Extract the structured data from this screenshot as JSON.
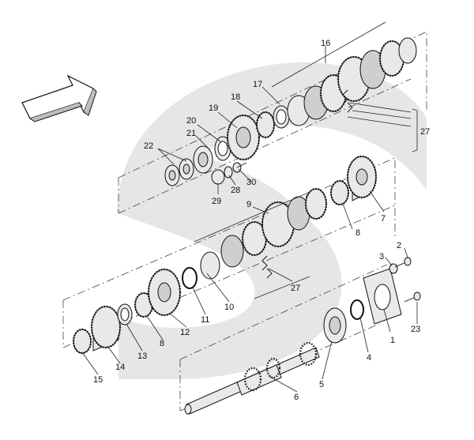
{
  "figure": {
    "background_color": "#ffffff",
    "watermark_color": "#e6e6e6",
    "line_color": "#111111"
  },
  "callouts": [
    {
      "id": "c1",
      "text": "1"
    },
    {
      "id": "c2",
      "text": "2"
    },
    {
      "id": "c3",
      "text": "3"
    },
    {
      "id": "c4",
      "text": "4"
    },
    {
      "id": "c5",
      "text": "5"
    },
    {
      "id": "c6",
      "text": "6"
    },
    {
      "id": "c7",
      "text": "7"
    },
    {
      "id": "c8a",
      "text": "8"
    },
    {
      "id": "c8b",
      "text": "8"
    },
    {
      "id": "c9",
      "text": "9"
    },
    {
      "id": "c10",
      "text": "10"
    },
    {
      "id": "c11",
      "text": "11"
    },
    {
      "id": "c12",
      "text": "12"
    },
    {
      "id": "c13",
      "text": "13"
    },
    {
      "id": "c14",
      "text": "14"
    },
    {
      "id": "c15",
      "text": "15"
    },
    {
      "id": "c16",
      "text": "16"
    },
    {
      "id": "c17",
      "text": "17"
    },
    {
      "id": "c18",
      "text": "18"
    },
    {
      "id": "c19",
      "text": "19"
    },
    {
      "id": "c20",
      "text": "20"
    },
    {
      "id": "c21",
      "text": "21"
    },
    {
      "id": "c22",
      "text": "22"
    },
    {
      "id": "c23",
      "text": "23"
    },
    {
      "id": "c27a",
      "text": "27"
    },
    {
      "id": "c27b",
      "text": "27"
    },
    {
      "id": "c28",
      "text": "28"
    },
    {
      "id": "c29",
      "text": "29"
    },
    {
      "id": "c30",
      "text": "30"
    }
  ],
  "icons": {
    "direction_arrow": "arrow-icon",
    "watermark": "watermark-s-logo"
  }
}
